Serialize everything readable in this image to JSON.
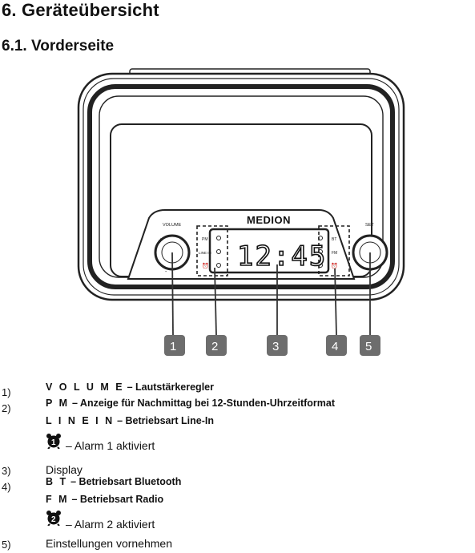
{
  "heading": "6. Geräteübersicht",
  "subheading": "6.1. Vorderseite",
  "device": {
    "brand": "MEDION",
    "clock_digits": "12:45",
    "knob_left_label": "VOLUME",
    "knob_right_label": "SET",
    "left_indicators": [
      "PM",
      "LINE IN"
    ],
    "right_indicators": [
      "BT",
      "FM"
    ],
    "callouts": [
      "1",
      "2",
      "3",
      "4",
      "5"
    ]
  },
  "items": [
    {
      "num": "1)",
      "code": "V O L U M E",
      "desc": " – Lautstärkeregler"
    },
    {
      "num": "2)",
      "code": "P M",
      "desc": " – Anzeige für Nachmittag bei 12-Stunden-Uhrzeitformat"
    },
    {
      "code": "L I N E I N",
      "desc": " – Betriebsart Line-In"
    },
    {
      "alarm": "1",
      "desc": "– Alarm 1 aktiviert"
    },
    {
      "num": "3)",
      "desc": "Display"
    },
    {
      "num": "4)",
      "code": "B T",
      "desc": " – Betriebsart Bluetooth"
    },
    {
      "code": "F M",
      "desc": " – Betriebsart Radio"
    },
    {
      "alarm": "2",
      "desc": "– Alarm 2 aktiviert"
    },
    {
      "num": "5)",
      "desc": "Einstellungen vornehmen"
    }
  ],
  "colors": {
    "callout_bg": "#6d6d6d",
    "ink": "#111111"
  }
}
